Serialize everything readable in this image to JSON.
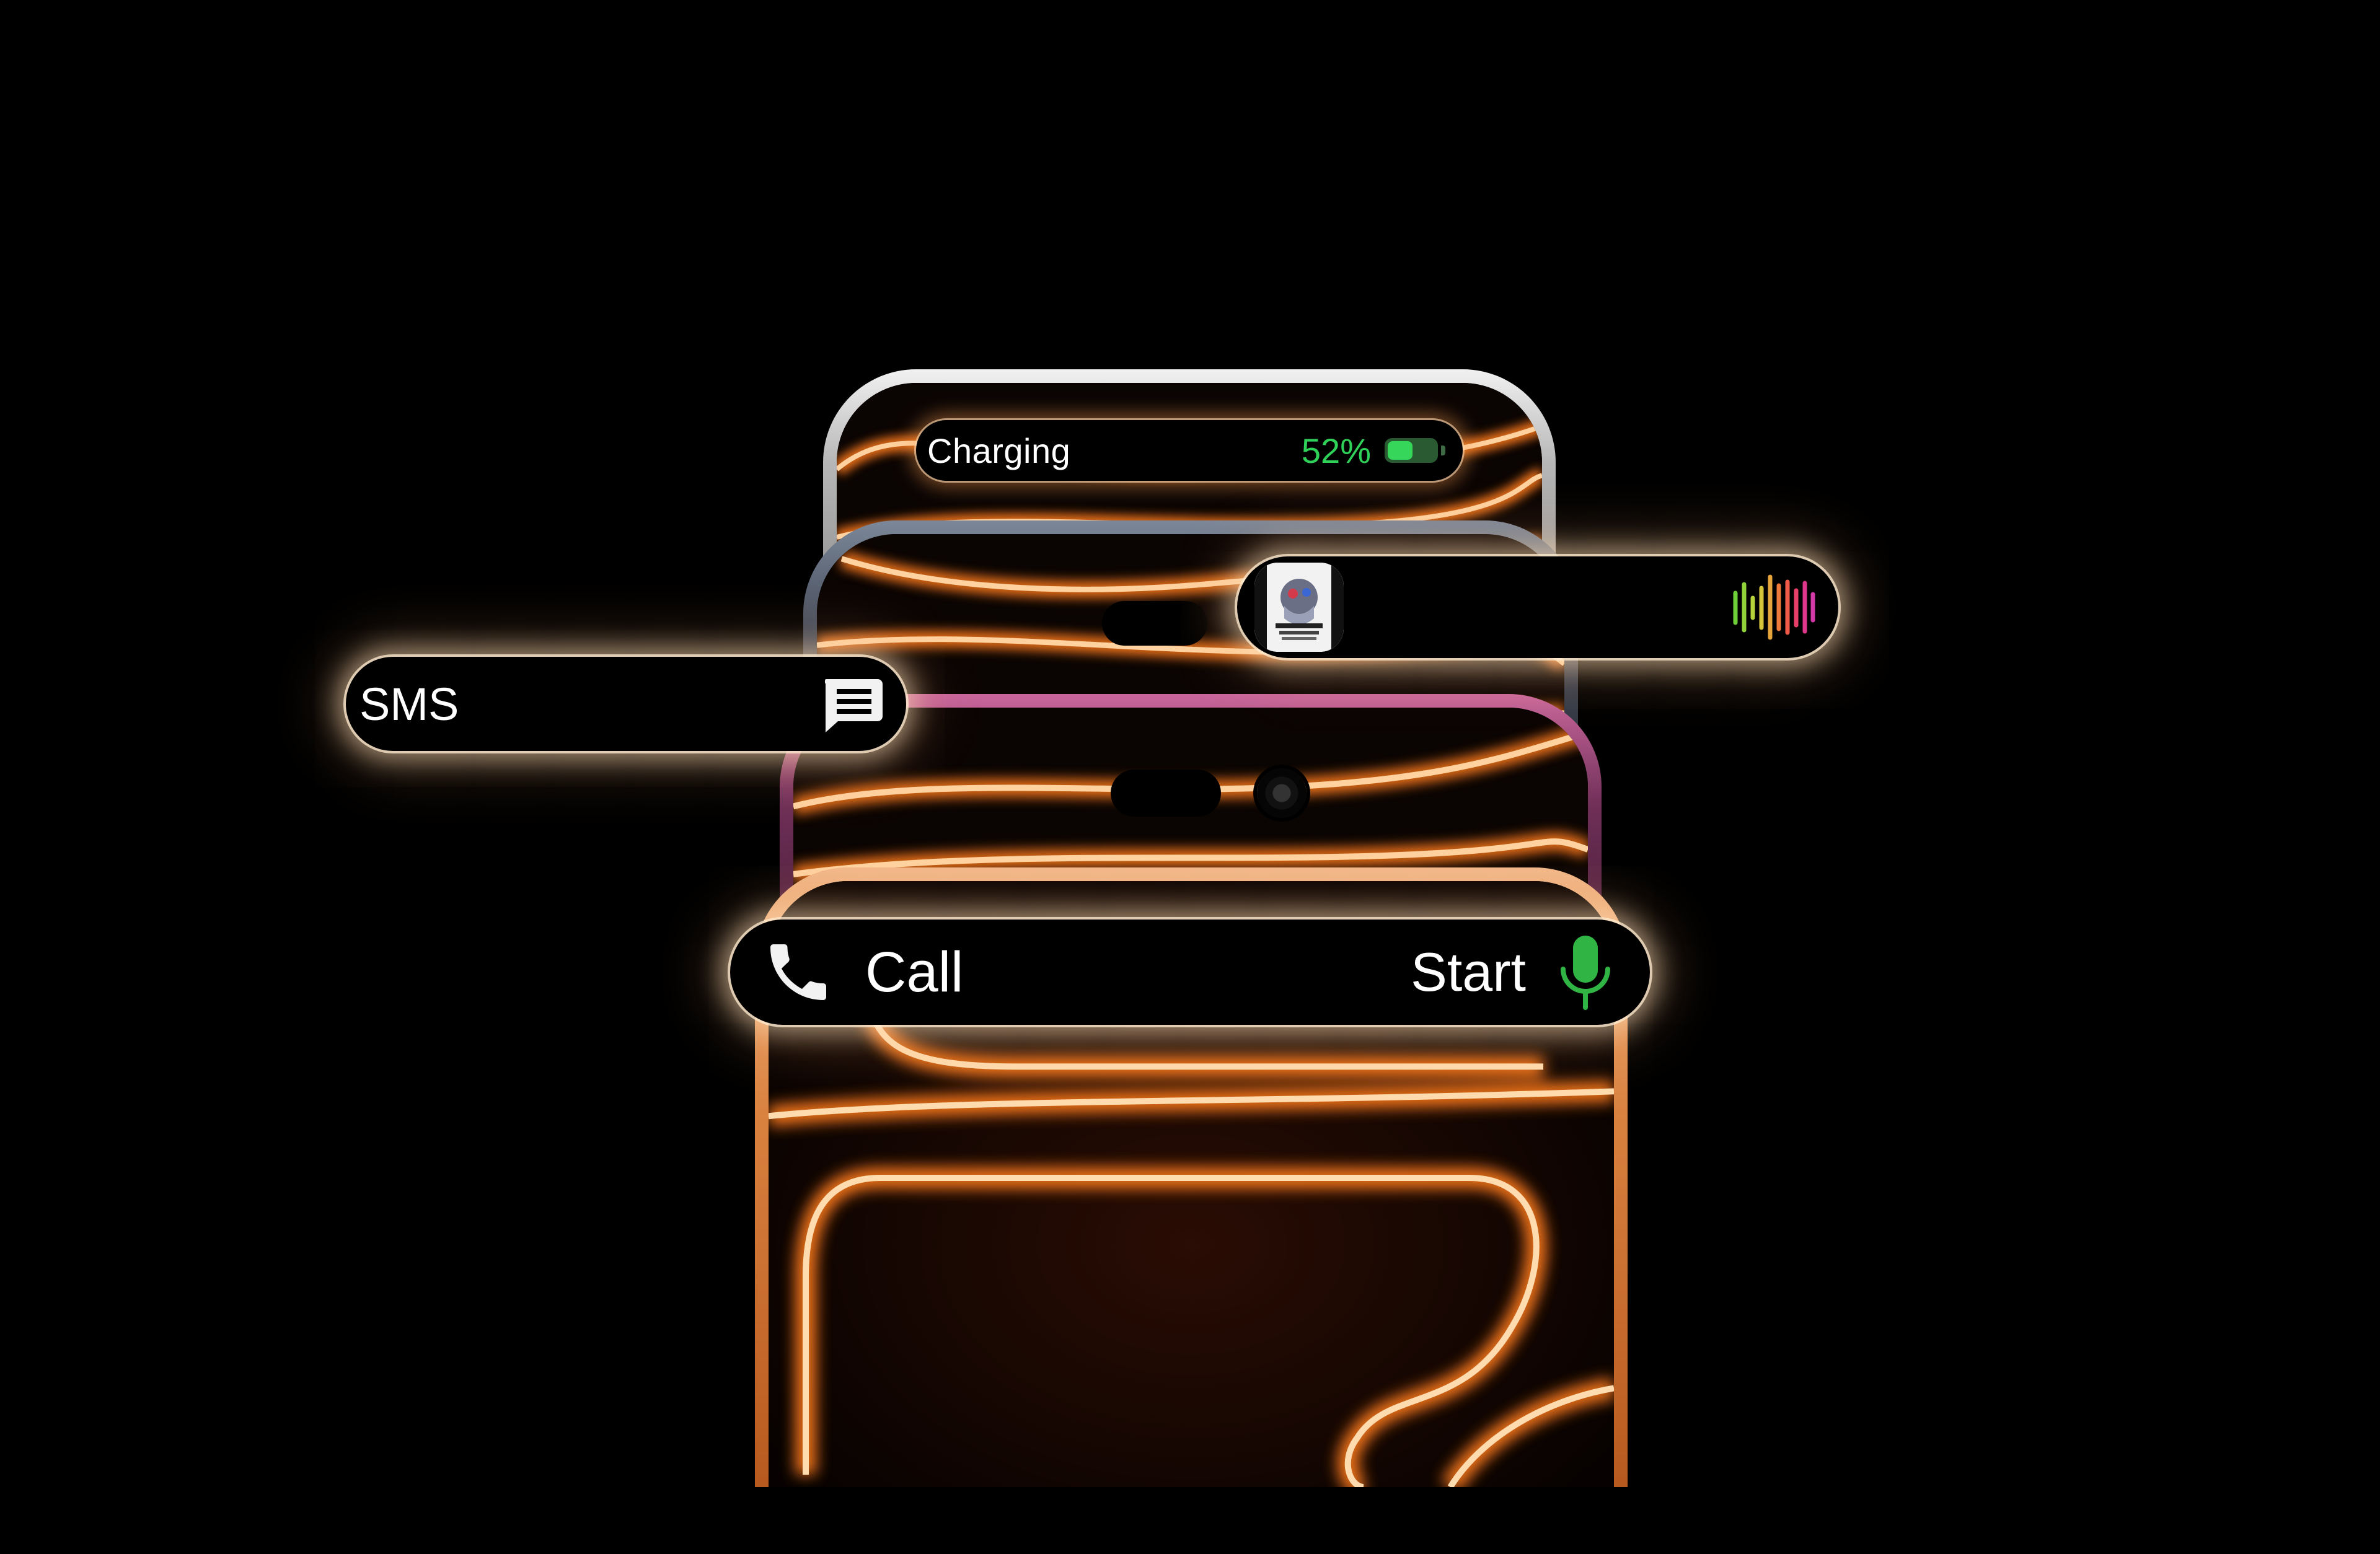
{
  "colors": {
    "background": "#000000",
    "glow": "#ff8a2a",
    "charging_green": "#2fd158",
    "mic_green": "#30b545"
  },
  "charging_activity": {
    "label": "Charging",
    "percent_text": "52%",
    "battery_level": 0.52,
    "icon": "battery-icon"
  },
  "music_activity": {
    "artwork_icon": "album-artwork",
    "visualizer_icon": "audio-waveform-icon"
  },
  "sms_activity": {
    "label": "SMS",
    "icon": "message-icon"
  },
  "call_activity": {
    "label": "Call",
    "icon": "phone-icon",
    "action_label": "Start",
    "action_icon": "microphone-icon"
  }
}
